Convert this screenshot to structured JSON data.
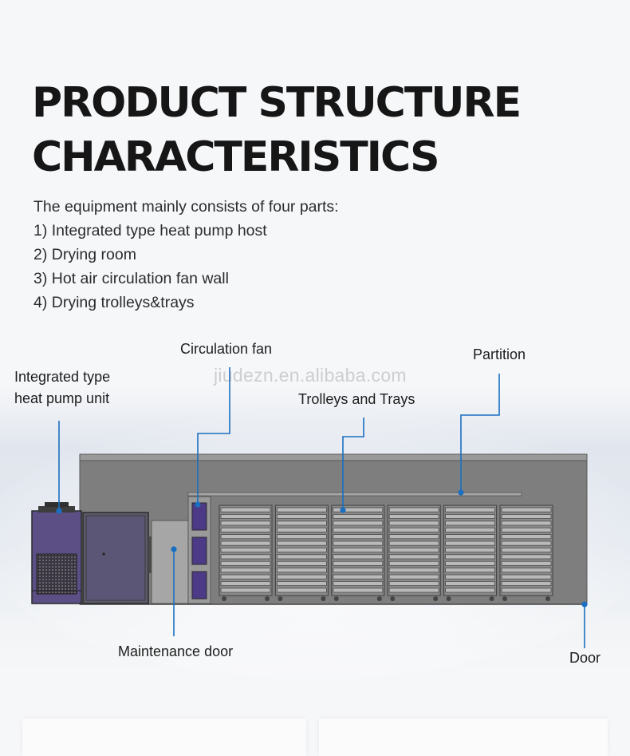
{
  "title": {
    "line1": "PRODUCT STRUCTURE",
    "line2": "CHARACTERISTICS"
  },
  "intro": {
    "lead": "The equipment mainly consists of four parts:",
    "items": [
      "1) Integrated type heat pump host",
      "2) Drying room",
      "3) Hot air circulation fan wall",
      "4) Drying trolleys&trays"
    ]
  },
  "watermark": "jiudezn.en.alibaba.com",
  "labels": {
    "heat_pump_line1": "Integrated type",
    "heat_pump_line2": "heat pump unit",
    "circulation_fan": "Circulation fan",
    "partition": "Partition",
    "trolleys": "Trolleys and Trays",
    "maintenance_door": "Maintenance door",
    "door": "Door"
  },
  "colors": {
    "callout": "#1a6fc0",
    "body_gray": "#7d7d7d",
    "fan_purple": "#4d3a86",
    "title": "#161616"
  }
}
